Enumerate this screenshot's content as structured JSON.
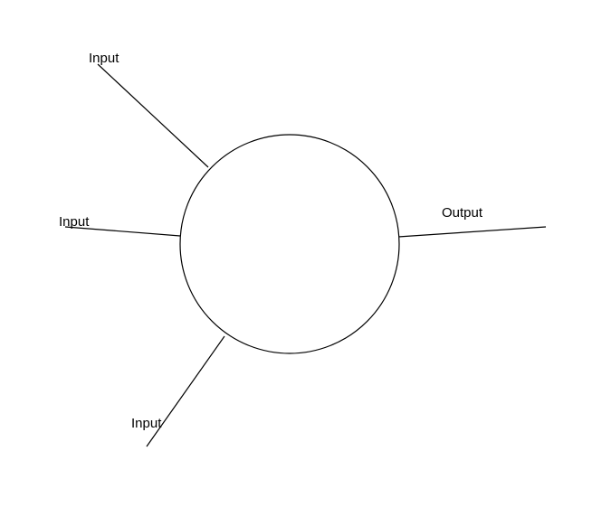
{
  "diagram": {
    "node": {
      "stroke": "#000000",
      "fill": "#ffffff"
    },
    "labels": {
      "input_top": "Input",
      "input_middle": "Input",
      "input_bottom": "Input",
      "output": "Output"
    }
  }
}
